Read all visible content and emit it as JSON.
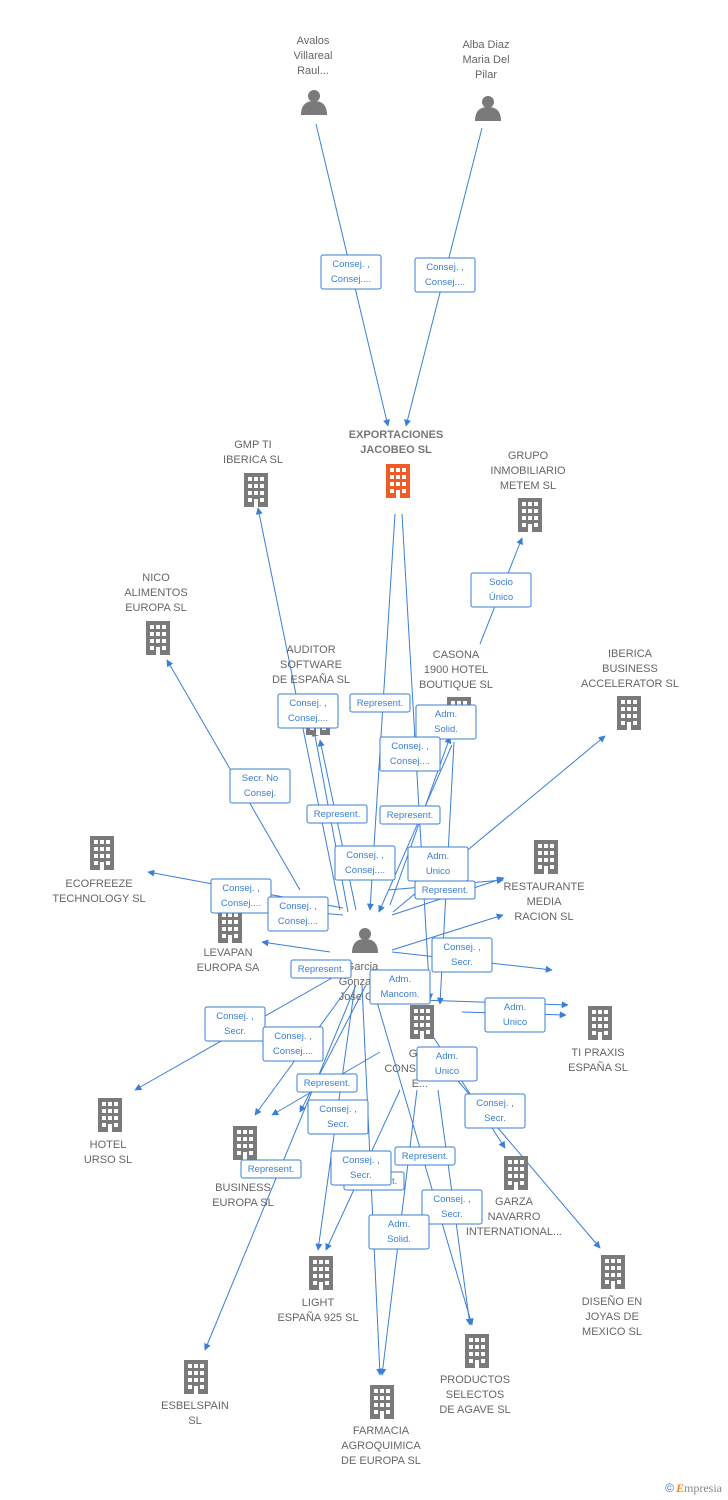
{
  "colors": {
    "edge": "#3a7fd5",
    "node": "#7a7a7a",
    "focus": "#f05a24",
    "label": "#666666"
  },
  "nodes": [
    {
      "id": "avalos",
      "type": "person",
      "label": [
        "Avalos",
        "Villareal",
        "Raul..."
      ]
    },
    {
      "id": "alba",
      "type": "person",
      "label": [
        "Alba Diaz",
        "Maria Del",
        "Pilar"
      ]
    },
    {
      "id": "exportaciones",
      "type": "company",
      "focus": true,
      "label": [
        "EXPORTACIONES",
        "JACOBEO  SL"
      ]
    },
    {
      "id": "gmp",
      "type": "company",
      "label": [
        "GMP TI",
        "IBERICA SL"
      ]
    },
    {
      "id": "grupo",
      "type": "company",
      "label": [
        "GRUPO",
        "INMOBILIARIO",
        "METEM SL"
      ]
    },
    {
      "id": "nico",
      "type": "company",
      "label": [
        "NICO",
        "ALIMENTOS",
        "EUROPA SL"
      ]
    },
    {
      "id": "auditor",
      "type": "company",
      "label": [
        "AUDITOR",
        "SOFTWARE",
        "DE ESPAÑA  SL"
      ]
    },
    {
      "id": "casona",
      "type": "company",
      "label": [
        "CASONA",
        "1900 HOTEL",
        "BOUTIQUE  SL"
      ]
    },
    {
      "id": "iberica",
      "type": "company",
      "label": [
        "IBERICA",
        "BUSINESS",
        "ACCELERATOR SL"
      ]
    },
    {
      "id": "ecofreeze",
      "type": "company",
      "label": [
        "ECOFREEZE",
        "TECHNOLOGY SL"
      ]
    },
    {
      "id": "restaurante",
      "type": "company",
      "label": [
        "RESTAURANTE",
        "MEDIA",
        "RACION  SL"
      ]
    },
    {
      "id": "levapan",
      "type": "company",
      "label": [
        "LEVAPAN",
        "EUROPA SA"
      ]
    },
    {
      "id": "garcia",
      "type": "person",
      "label": [
        "Garcia",
        "Gonzalez",
        "Jose Cr..."
      ]
    },
    {
      "id": "tipraxis",
      "type": "company",
      "label": [
        "TI PRAXIS",
        "ESPAÑA SL"
      ]
    },
    {
      "id": "gdl",
      "type": "company",
      "label": [
        "GDL",
        "CONSULTING",
        "E..."
      ]
    },
    {
      "id": "hotel",
      "type": "company",
      "label": [
        "HOTEL",
        "URSO  SL"
      ]
    },
    {
      "id": "business",
      "type": "company",
      "label": [
        "BUSINESS",
        "EUROPA SL"
      ]
    },
    {
      "id": "garza",
      "type": "company",
      "label": [
        "GARZA",
        "NAVARRO",
        "INTERNATIONAL..."
      ]
    },
    {
      "id": "light",
      "type": "company",
      "label": [
        "LIGHT",
        "ESPAÑA 925 SL"
      ]
    },
    {
      "id": "diseno",
      "type": "company",
      "label": [
        "DISEÑO EN",
        "JOYAS DE",
        "MEXICO SL"
      ]
    },
    {
      "id": "esbelspain",
      "type": "company",
      "label": [
        "ESBELSPAIN",
        "SL"
      ]
    },
    {
      "id": "productos",
      "type": "company",
      "label": [
        "PRODUCTOS",
        "SELECTOS",
        "DE AGAVE  SL"
      ]
    },
    {
      "id": "farmacia",
      "type": "company",
      "label": [
        "FARMACIA",
        "AGROQUIMICA",
        "DE EUROPA SL"
      ]
    }
  ],
  "relations": [
    [
      "Consej. ,",
      "Consej...."
    ],
    [
      "Consej. ,",
      "Consej...."
    ],
    [
      "Socio",
      "Único"
    ],
    [
      "Consej. ,",
      "Consej...."
    ],
    [
      "Represent."
    ],
    [
      "Adm.",
      "Solid."
    ],
    [
      "Consej. ,",
      "Consej...."
    ],
    [
      "Secr.  No",
      "Consej."
    ],
    [
      "Represent."
    ],
    [
      "Represent."
    ],
    [
      "Consej. ,",
      "Consej...."
    ],
    [
      "Consej. ,",
      "Consej...."
    ],
    [
      "Adm.",
      "Unico"
    ],
    [
      "Consej. ,",
      "Consej...."
    ],
    [
      "Represent."
    ],
    [
      "Represent."
    ],
    [
      "Consej. ,",
      "Secr."
    ],
    [
      "Adm.",
      "Mancom."
    ],
    [
      "Adm.",
      "Unico"
    ],
    [
      "Consej. ,",
      "Secr."
    ],
    [
      "Consej. ,",
      "Consej...."
    ],
    [
      "Represent."
    ],
    [
      "Adm.",
      "Unico"
    ],
    [
      "Consej. ,",
      "Secr."
    ],
    [
      "Consej. ,",
      "Secr."
    ],
    [
      "Represent."
    ],
    [
      "Represent."
    ],
    [
      "Represent."
    ],
    [
      "Consej. ,",
      "Secr."
    ],
    [
      "Consej. ,",
      "Secr."
    ],
    [
      "Adm.",
      "Solid."
    ]
  ],
  "footer": {
    "copyright": "©",
    "brand_first": "E",
    "brand_rest": "mpresia"
  }
}
